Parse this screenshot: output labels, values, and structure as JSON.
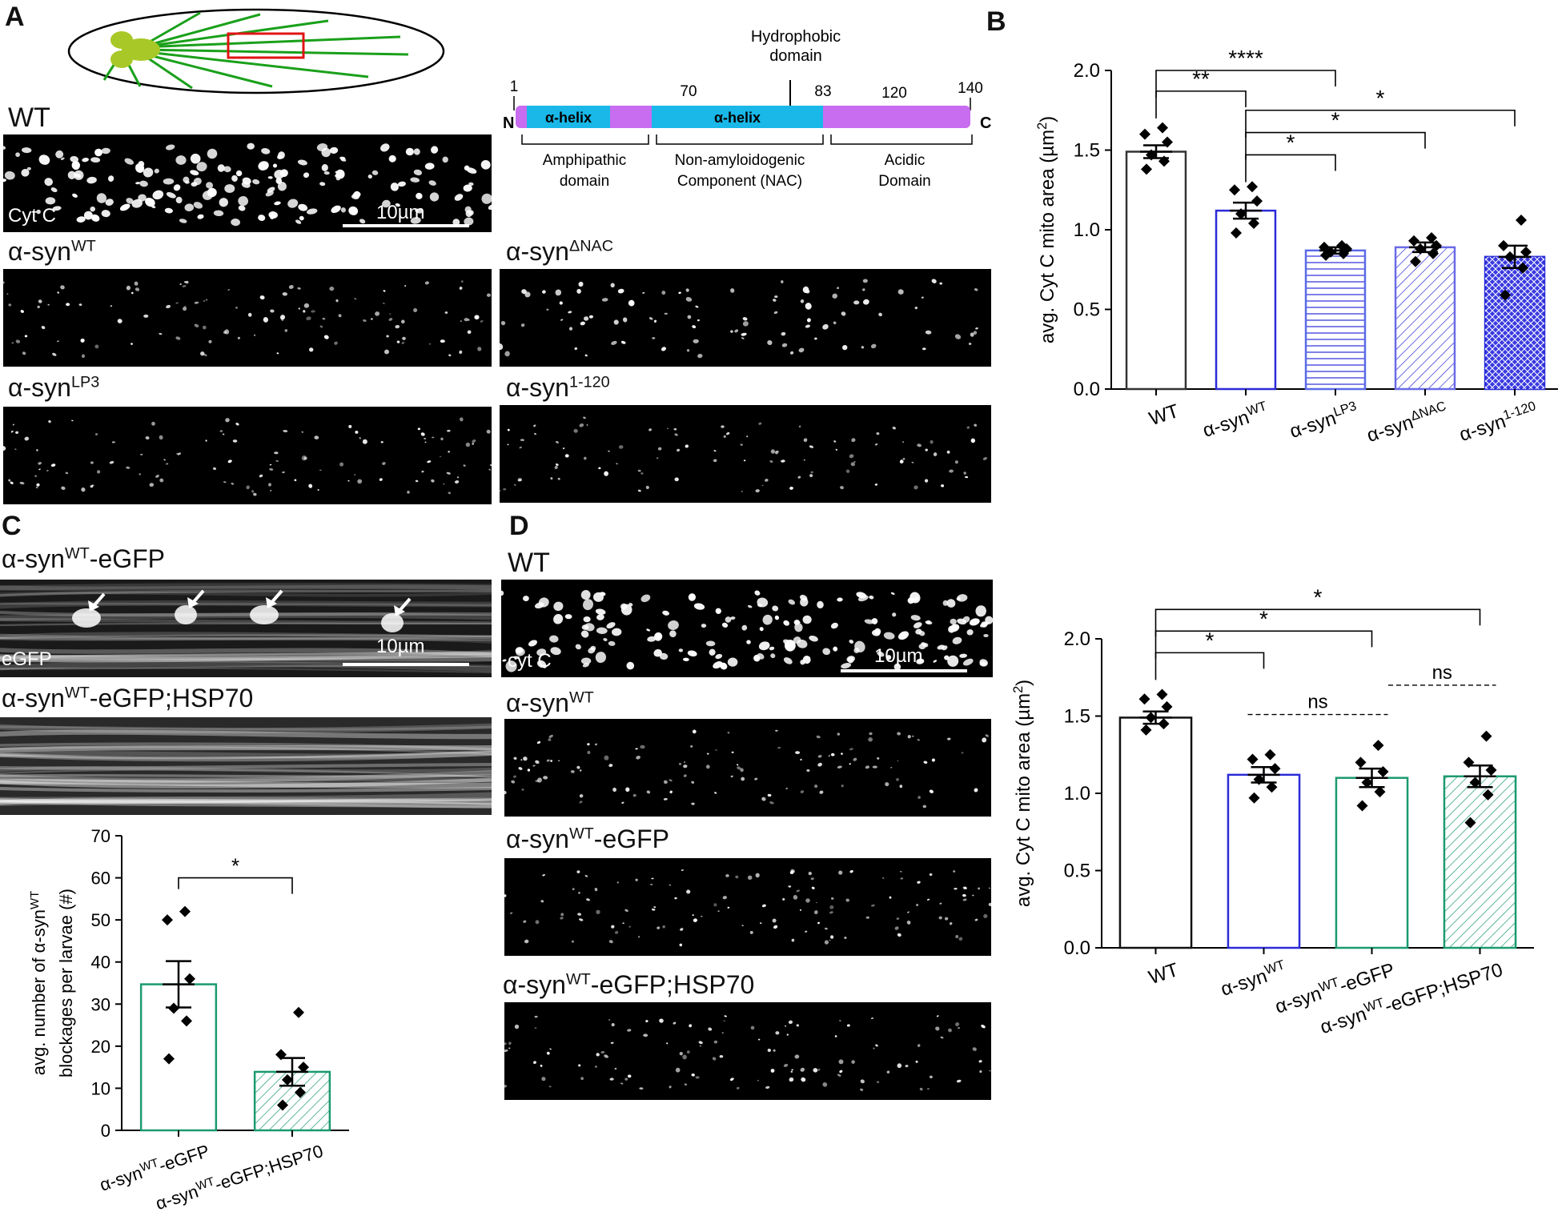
{
  "panels": {
    "A": "A",
    "B": "B",
    "C": "C",
    "D": "D"
  },
  "panelA": {
    "wt_label": "WT",
    "cytc_label": "Cyt C",
    "scale": "10µm",
    "img_labels": [
      {
        "base": "α-syn",
        "sup": "WT"
      },
      {
        "base": "α-syn",
        "sup": "ΔNAC"
      },
      {
        "base": "α-syn",
        "sup": "LP3"
      },
      {
        "base": "α-syn",
        "sup": "1-120"
      }
    ],
    "domain": {
      "hydrophobic": "Hydrophobic domain",
      "hyd_line1": "Hydrophobic",
      "hyd_line2": "domain",
      "n": "N",
      "c": "C",
      "positions": [
        "1",
        "70",
        "83",
        "120",
        "140"
      ],
      "helix": "α-helix",
      "amph1": "Amphipathic",
      "amph2": "domain",
      "nac1": "Non-amyloidogenic",
      "nac2": "Component (NAC)",
      "acid1": "Acidic",
      "acid2": "Domain",
      "colors": {
        "helix": "#1ab8e8",
        "domain": "#c86cf0"
      }
    }
  },
  "panelC": {
    "img1_label": {
      "base": "α-syn",
      "sup": "WT",
      "tail": "-eGFP"
    },
    "img2_label": {
      "base": "α-syn",
      "sup": "WT",
      "tail": "-eGFP;HSP70"
    },
    "egfp": "eGFP",
    "scale": "10µm"
  },
  "panelD": {
    "wt_label": "WT",
    "cytc_label": "cyt C",
    "scale": "10µm",
    "img_labels": [
      {
        "base": "α-syn",
        "sup": "WT",
        "tail": ""
      },
      {
        "base": "α-syn",
        "sup": "WT",
        "tail": "-eGFP"
      },
      {
        "base": "α-syn",
        "sup": "WT",
        "tail": "-eGFP;HSP70"
      }
    ]
  },
  "chart_data": [
    {
      "id": "B",
      "type": "bar",
      "ylabel_base": "avg. Cyt C mito area (µm",
      "ylabel_sup": "2",
      "ylabel_end": ")",
      "ylim": [
        0,
        2.0
      ],
      "yticks": [
        "0.0",
        "0.5",
        "1.0",
        "1.5",
        "2.0"
      ],
      "categories": [
        {
          "base": "WT",
          "sup": ""
        },
        {
          "base": "α-syn",
          "sup": "WT"
        },
        {
          "base": "α-syn",
          "sup": "LP3"
        },
        {
          "base": "α-syn",
          "sup": "ΔNAC"
        },
        {
          "base": "α-syn",
          "sup": "1-120"
        }
      ],
      "values": [
        1.49,
        1.12,
        0.87,
        0.89,
        0.83
      ],
      "sem": [
        0.04,
        0.05,
        0.02,
        0.03,
        0.07
      ],
      "points": [
        [
          1.38,
          1.43,
          1.47,
          1.55,
          1.6,
          1.64
        ],
        [
          0.98,
          1.04,
          1.1,
          1.18,
          1.25,
          1.27
        ],
        [
          0.84,
          0.85,
          0.86,
          0.88,
          0.89,
          0.9
        ],
        [
          0.8,
          0.85,
          0.88,
          0.9,
          0.93,
          0.95
        ],
        [
          0.59,
          0.76,
          0.83,
          0.86,
          0.9,
          1.06
        ]
      ],
      "bar_colors": [
        "#333333",
        "#2b2bd8",
        "#5a6ae8",
        "#6a6ae8",
        "#2b2bd8"
      ],
      "fills": [
        "none",
        "none",
        "hlines",
        "diag",
        "cross"
      ],
      "sig": [
        {
          "from": 0,
          "to": 1,
          "level": 1.87,
          "label": "**"
        },
        {
          "from": 0,
          "to": 2,
          "level": 2.0,
          "label": "****"
        },
        {
          "from": 1,
          "to": 2,
          "level": 1.47,
          "label": "*"
        },
        {
          "from": 1,
          "to": 3,
          "level": 1.61,
          "label": "*"
        },
        {
          "from": 1,
          "to": 4,
          "level": 1.75,
          "label": "*"
        }
      ]
    },
    {
      "id": "D",
      "type": "bar",
      "ylabel_base": "avg. Cyt C mito area (µm",
      "ylabel_sup": "2",
      "ylabel_end": ")",
      "ylim": [
        0,
        2.0
      ],
      "yticks": [
        "0.0",
        "0.5",
        "1.0",
        "1.5",
        "2.0"
      ],
      "categories": [
        {
          "base": "WT",
          "sup": "",
          "tail": ""
        },
        {
          "base": "α-syn",
          "sup": "WT",
          "tail": ""
        },
        {
          "base": "α-syn",
          "sup": "WT",
          "tail": "-eGFP"
        },
        {
          "base": "α-syn",
          "sup": "WT",
          "tail": "-eGFP;HSP70"
        }
      ],
      "values": [
        1.49,
        1.12,
        1.1,
        1.11
      ],
      "sem": [
        0.04,
        0.05,
        0.06,
        0.07
      ],
      "points": [
        [
          1.41,
          1.45,
          1.49,
          1.56,
          1.61,
          1.64
        ],
        [
          0.97,
          1.04,
          1.09,
          1.16,
          1.22,
          1.25
        ],
        [
          0.92,
          1.01,
          1.07,
          1.14,
          1.2,
          1.31
        ],
        [
          0.81,
          0.99,
          1.07,
          1.15,
          1.2,
          1.37
        ]
      ],
      "bar_colors": [
        "#111111",
        "#2b2bd8",
        "#1b9a6e",
        "#1b9a6e"
      ],
      "fills": [
        "none",
        "none",
        "none",
        "diag"
      ],
      "sig": [
        {
          "from": 0,
          "to": 1,
          "level": 1.91,
          "label": "*"
        },
        {
          "from": 0,
          "to": 2,
          "level": 2.05,
          "label": "*"
        },
        {
          "from": 0,
          "to": 3,
          "level": 2.19,
          "label": "*"
        }
      ],
      "ns": [
        {
          "from": 1,
          "to": 2,
          "level": 1.51,
          "label": "ns"
        },
        {
          "from": 2.3,
          "to": 3,
          "level": 1.7,
          "label": "ns"
        }
      ]
    },
    {
      "id": "C",
      "type": "bar",
      "ylabel1_base": "avg. number of α-syn",
      "ylabel1_sup": "WT",
      "ylabel2": "blockages per larvae (#)",
      "ylim": [
        0,
        70
      ],
      "yticks": [
        "0",
        "10",
        "20",
        "30",
        "40",
        "50",
        "60",
        "70"
      ],
      "categories": [
        {
          "base": "α-syn",
          "sup": "WT",
          "tail": "-eGFP"
        },
        {
          "base": "α-syn",
          "sup": "WT",
          "tail": "-eGFP;HSP70"
        }
      ],
      "values": [
        34.7,
        13.9
      ],
      "sem": [
        5.5,
        3.3
      ],
      "points": [
        [
          17,
          26,
          29,
          36,
          50,
          52
        ],
        [
          6,
          9,
          12,
          15,
          18,
          28
        ]
      ],
      "bar_colors": [
        "#1b9a6e",
        "#1b9a6e"
      ],
      "fills": [
        "none",
        "diag"
      ],
      "sig": [
        {
          "from": 0,
          "to": 1,
          "level": 60,
          "label": "*"
        }
      ]
    }
  ]
}
